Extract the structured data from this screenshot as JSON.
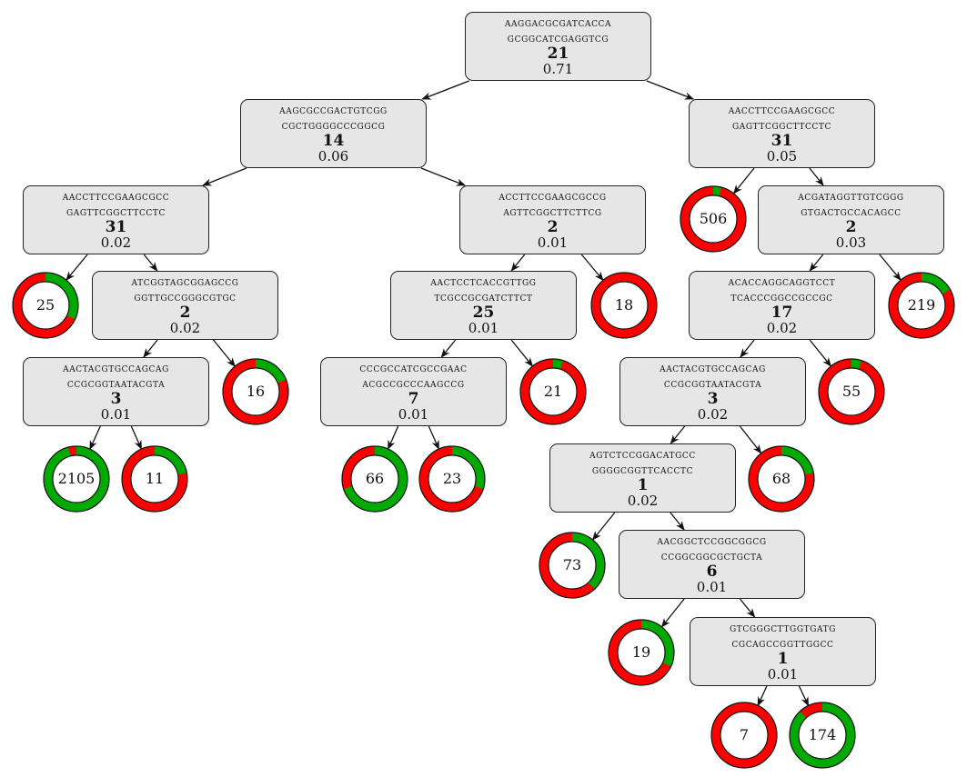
{
  "colors": {
    "positive": "#00aa00",
    "negative": "#ff0000",
    "node_fill": "#e6e6e6"
  },
  "nodes": [
    {
      "id": "n1",
      "seq1": "AAGGACGCGATCACCA",
      "seq2": "GCGGCATCGAGGTCG",
      "count": "21",
      "score": "0.71"
    },
    {
      "id": "n2",
      "seq1": "AAGCGCCGACTGTCGG",
      "seq2": "CGCTGGGGCCCGGCG",
      "count": "14",
      "score": "0.06"
    },
    {
      "id": "n3",
      "seq1": "AACCTTCCGAAGCGCC",
      "seq2": "GAGTTCGGCTTCCTC",
      "count": "31",
      "score": "0.05"
    },
    {
      "id": "n4",
      "seq1": "AACCTTCCGAAGCGCC",
      "seq2": "GAGTTCGGCTTCCTC",
      "count": "31",
      "score": "0.02"
    },
    {
      "id": "n5",
      "seq1": "ACCTTCCGAAGCGCCG",
      "seq2": "AGTTCGGCTTCTTCG",
      "count": "2",
      "score": "0.01"
    },
    {
      "id": "n6",
      "seq1": "ACGATAGGTTGTCGGG",
      "seq2": "GTGACTGCCACAGCC",
      "count": "2",
      "score": "0.03"
    },
    {
      "id": "n7",
      "seq1": "ATCGGTAGCGGAGCCG",
      "seq2": "GGTTGCCGGGCGTGC",
      "count": "2",
      "score": "0.02"
    },
    {
      "id": "n8",
      "seq1": "AACTCCTCACCGTTGG",
      "seq2": "TCGCCGCGATCTTCT",
      "count": "25",
      "score": "0.01"
    },
    {
      "id": "n9",
      "seq1": "ACACCAGGCAGGTCCT",
      "seq2": "TCACCCGGCCGCCGC",
      "count": "17",
      "score": "0.02"
    },
    {
      "id": "n10",
      "seq1": "AACTACGTGCCAGCAG",
      "seq2": "CCGCGGTAATACGTA",
      "count": "3",
      "score": "0.01"
    },
    {
      "id": "n11",
      "seq1": "CCCGCCATCGCCGAAC",
      "seq2": "ACGCCGCCCAAGCCG",
      "count": "7",
      "score": "0.01"
    },
    {
      "id": "n12",
      "seq1": "AACTACGTGCCAGCAG",
      "seq2": "CCGCGGTAATACGTA",
      "count": "3",
      "score": "0.02"
    },
    {
      "id": "n13",
      "seq1": "AGTCTCCGGACATGCC",
      "seq2": "GGGGCGGTTCACCTC",
      "count": "1",
      "score": "0.02"
    },
    {
      "id": "n14",
      "seq1": "AACGGCTCCGGCGGCG",
      "seq2": "CCGGCGGCGCTGCTA",
      "count": "6",
      "score": "0.01"
    },
    {
      "id": "n15",
      "seq1": "GTCGGGCTTGGTGATG",
      "seq2": "CGCAGCCGGTTGGCC",
      "count": "1",
      "score": "0.01"
    }
  ],
  "leaves": [
    {
      "id": "l506",
      "label": "506",
      "green_fraction": 0.04
    },
    {
      "id": "l25",
      "label": "25",
      "green_fraction": 0.32
    },
    {
      "id": "l18",
      "label": "18",
      "green_fraction": 0.0
    },
    {
      "id": "l219",
      "label": "219",
      "green_fraction": 0.17
    },
    {
      "id": "l16",
      "label": "16",
      "green_fraction": 0.19
    },
    {
      "id": "l21",
      "label": "21",
      "green_fraction": 0.05
    },
    {
      "id": "l55",
      "label": "55",
      "green_fraction": 0.05
    },
    {
      "id": "l2105",
      "label": "2105",
      "green_fraction": 0.96
    },
    {
      "id": "l11",
      "label": "11",
      "green_fraction": 0.22
    },
    {
      "id": "l66",
      "label": "66",
      "green_fraction": 0.7
    },
    {
      "id": "l23",
      "label": "23",
      "green_fraction": 0.3
    },
    {
      "id": "l68",
      "label": "68",
      "green_fraction": 0.22
    },
    {
      "id": "l73",
      "label": "73",
      "green_fraction": 0.38
    },
    {
      "id": "l19",
      "label": "19",
      "green_fraction": 0.32
    },
    {
      "id": "l7",
      "label": "7",
      "green_fraction": 0.0
    },
    {
      "id": "l174",
      "label": "174",
      "green_fraction": 0.88
    }
  ]
}
